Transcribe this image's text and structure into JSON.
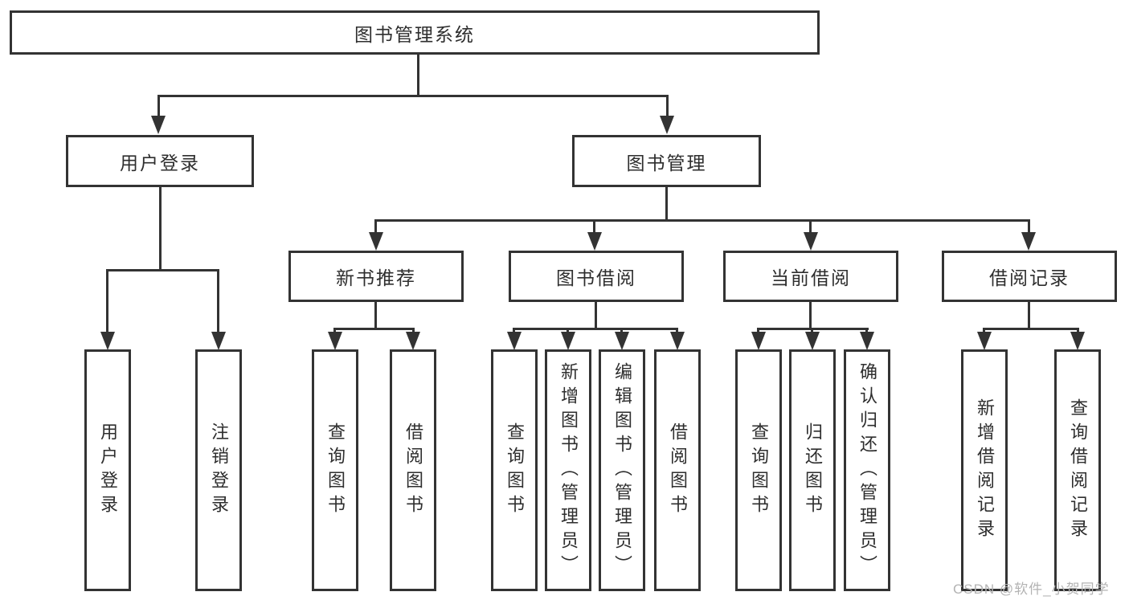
{
  "tree": {
    "label": "图书管理系统",
    "children": [
      {
        "label": "用户登录",
        "children": [
          {
            "label": "用户登录"
          },
          {
            "label": "注销登录"
          }
        ]
      },
      {
        "label": "图书管理",
        "children": [
          {
            "label": "新书推荐",
            "children": [
              {
                "label": "查询图书"
              },
              {
                "label": "借阅图书"
              }
            ]
          },
          {
            "label": "图书借阅",
            "children": [
              {
                "label": "查询图书"
              },
              {
                "label": "新增图书（管理员）"
              },
              {
                "label": "编辑图书（管理员）"
              },
              {
                "label": "借阅图书"
              }
            ]
          },
          {
            "label": "当前借阅",
            "children": [
              {
                "label": "查询图书"
              },
              {
                "label": "归还图书"
              },
              {
                "label": "确认归还（管理员）"
              }
            ]
          },
          {
            "label": "借阅记录",
            "children": [
              {
                "label": "新增借阅记录"
              },
              {
                "label": "查询借阅记录"
              }
            ]
          }
        ]
      }
    ]
  },
  "watermark": {
    "text": "CSDN @软件_小贺同学"
  },
  "colors": {
    "line": "#333333",
    "text": "#2e2e2e",
    "watermark": "#b3b3b3",
    "background": "#ffffff"
  }
}
